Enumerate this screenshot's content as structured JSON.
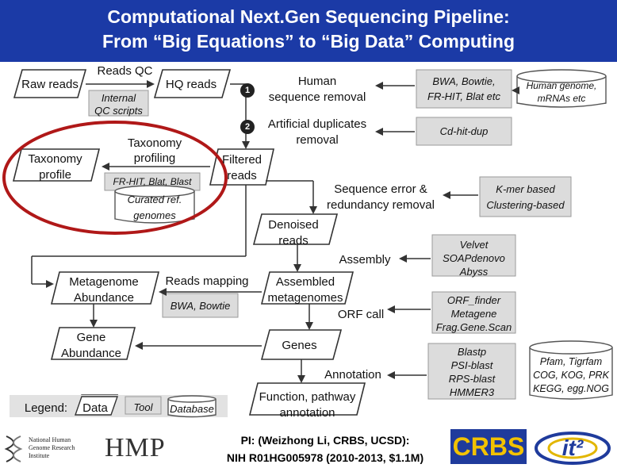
{
  "header": {
    "title_line1": "Computational Next.Gen Sequencing Pipeline:",
    "title_line2": "From “Big Equations” to “Big Data” Computing"
  },
  "pipeline": {
    "raw_reads": "Raw reads",
    "reads_qc": "Reads QC",
    "hq_reads": "HQ reads",
    "internal_qc_1": "Internal",
    "internal_qc_2": "QC scripts",
    "step1": "1",
    "step2": "2",
    "human_removal_1": "Human",
    "human_removal_2": "sequence removal",
    "artificial_dup_1": "Artificial duplicates",
    "artificial_dup_2": "removal",
    "bwa_tools_1": "BWA, Bowtie,",
    "bwa_tools_2": "FR-HIT, Blat etc",
    "human_genome_1": "Human genome,",
    "human_genome_2": "mRNAs etc",
    "cd_hit": "Cd-hit-dup",
    "taxonomy_profiling_1": "Taxonomy",
    "taxonomy_profiling_2": "profiling",
    "taxonomy_profile_1": "Taxonomy",
    "taxonomy_profile_2": "profile",
    "frhit_tools": "FR-HIT, Blat, Blast",
    "curated_1": "Curated ref.",
    "curated_2": "genomes",
    "filtered_1": "Filtered",
    "filtered_2": "reads",
    "seq_error_1": "Sequence error &",
    "seq_error_2": "redundancy removal",
    "kmer_1": "K-mer based",
    "kmer_2": "Clustering-based",
    "denoised_1": "Denoised",
    "denoised_2": "reads",
    "assembly": "Assembly",
    "velvet_1": "Velvet",
    "velvet_2": "SOAPdenovo",
    "velvet_3": "Abyss",
    "metagenome_abund_1": "Metagenome",
    "metagenome_abund_2": "Abundance",
    "reads_mapping": "Reads mapping",
    "assembled_1": "Assembled",
    "assembled_2": "metagenomes",
    "bwa_bowtie": "BWA, Bowtie",
    "orf_call": "ORF call",
    "orf_1": "ORF_finder",
    "orf_2": "Metagene",
    "orf_3": "Frag.Gene.Scan",
    "gene_abund_1": "Gene",
    "gene_abund_2": "Abundance",
    "genes": "Genes",
    "annotation": "Annotation",
    "blastp_1": "Blastp",
    "blastp_2": "PSI-blast",
    "blastp_3": "RPS-blast",
    "blastp_4": "HMMER3",
    "pfam_1": "Pfam, Tigrfam",
    "pfam_2": "COG, KOG, PRK",
    "pfam_3": "KEGG, egg.NOG",
    "function_1": "Function, pathway",
    "function_2": "annotation"
  },
  "legend": {
    "label": "Legend:",
    "data": "Data",
    "tool": "Tool",
    "database": "Database"
  },
  "footer": {
    "line1": "PI: (Weizhong Li, CRBS, UCSD):",
    "line2": "NIH R01HG005978 (2010-2013, $1.1M)",
    "nhgri_1": "National Human",
    "nhgri_2": "Genome Research",
    "nhgri_3": "Institute",
    "hmp": "HMP",
    "crbs": "CRBS",
    "it2": "it²"
  },
  "colors": {
    "header_bg": "#1b3aa6",
    "tool_box": "#dcdcdc",
    "highlight_ellipse": "#b01818",
    "crbs_bg": "#1f3b9c",
    "crbs_text": "#f2c200"
  }
}
